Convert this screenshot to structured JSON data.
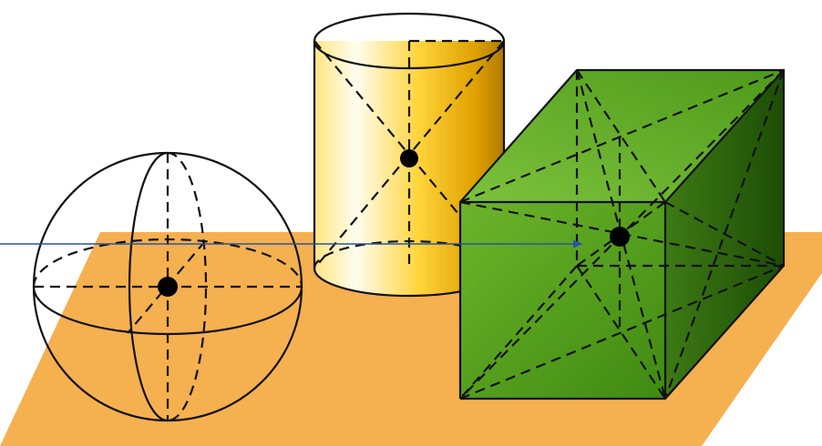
{
  "title": "",
  "colors": {
    "background": "#ffffff",
    "plane": "#f5b050",
    "sphere": "#ff6a00",
    "cylinder": "#ffd93a",
    "cube": "#5aa51e",
    "pointer_line": "#2a55a0",
    "center_point": "#000000"
  },
  "shapes": [
    {
      "kind": "sphere",
      "color": "#ff6a00"
    },
    {
      "kind": "cylinder",
      "color": "#ffd93a"
    },
    {
      "kind": "cube",
      "color": "#5aa51e"
    }
  ]
}
